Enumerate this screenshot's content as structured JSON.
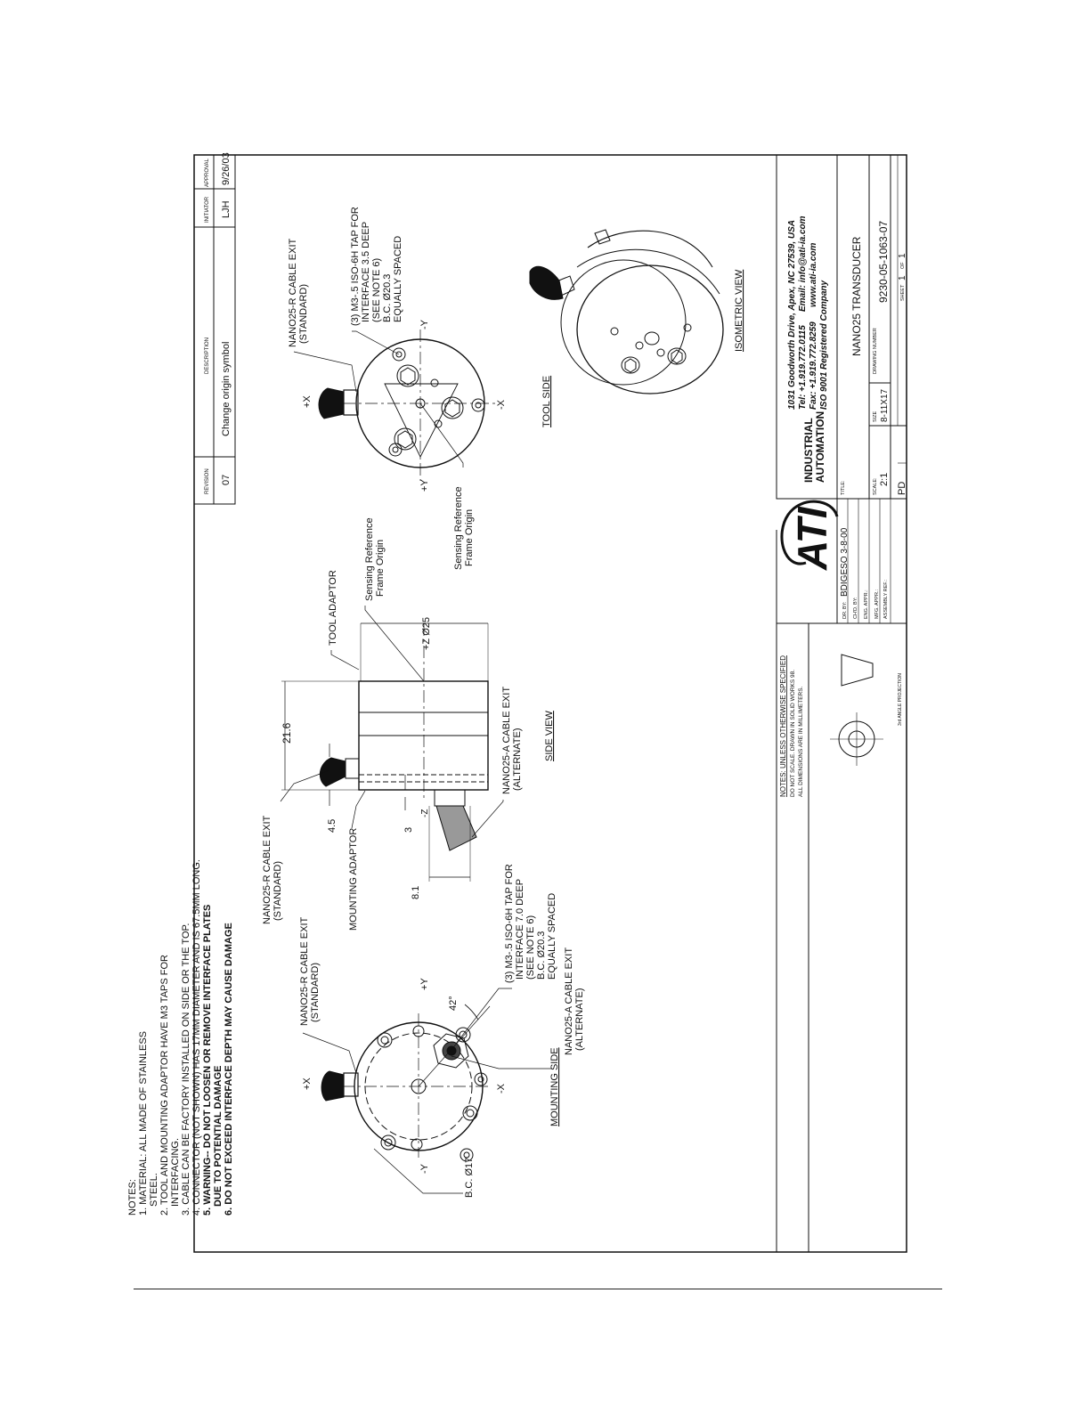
{
  "revision_block": {
    "headers": {
      "revision": "REVISION",
      "description": "DESCRIPTION",
      "initiator": "INITIATOR",
      "approval": "APPROVAL"
    },
    "row": {
      "revision": "07",
      "description": "Change origin symbol",
      "initiator": "LJH",
      "approval": "9/26/03"
    }
  },
  "notes": {
    "title": "NOTES:",
    "lines": [
      "1. MATERIAL: ALL MADE OF STAINLESS",
      "STEEL.",
      "2. TOOL AND MOUNTING ADAPTOR HAVE M3 TAPS FOR",
      "INTERFACING.",
      "3. CABLE CAN BE FACTORY INSTALLED ON SIDE OR THE TOP.",
      "4. CONNECTOR (NOT SHOWN) HAS 17MM DIAMETER AND IS 67.5MM LONG."
    ],
    "warnings": [
      "5. WARNING-- DO NOT LOOSEN OR REMOVE INTERFACE PLATES",
      "DUE TO POTENTIAL DAMAGE",
      "6. DO NOT EXCEED INTERFACE DEPTH MAY CAUSE DAMAGE"
    ]
  },
  "mounting_side": {
    "caption": "MOUNTING SIDE",
    "axis_px": "+X",
    "axis_nx": "-X",
    "axis_py": "+Y",
    "axis_ny": "-Y",
    "bc_label": "B.C. Ø17",
    "angle": "42°",
    "cable_r": [
      "NANO25-R CABLE EXIT",
      "(STANDARD)"
    ],
    "tap": [
      "(3) M3-.5 ISO-6H TAP FOR",
      "INTERFACE 7.0 DEEP",
      "(SEE NOTE 6)",
      "B.C. Ø20.3",
      "EQUALLY SPACED"
    ],
    "cable_a": [
      "NANO25-A CABLE EXIT",
      "(ALTERNATE)"
    ]
  },
  "side_view": {
    "caption": "SIDE VIEW",
    "dim_length": "21.6",
    "dim_diameter": "+Z  Ø25",
    "dim_45": "4.5",
    "dim_3": "3",
    "dim_81": "8.1",
    "minus_z": "-Z",
    "tool_adaptor": "TOOL ADAPTOR",
    "mounting_adaptor": "MOUNTING ADAPTOR",
    "cable_r": [
      "NANO25-R CABLE EXIT",
      "(STANDARD)"
    ],
    "cable_a": [
      "NANO25-A CABLE EXIT",
      "(ALTERNATE)"
    ],
    "origin": [
      "Sensing Reference",
      "Frame Origin"
    ]
  },
  "tool_side": {
    "caption": "TOOL SIDE",
    "axis_px": "+X",
    "axis_nx": "-X",
    "axis_py": "+Y",
    "axis_ny": "-Y",
    "cable_r": [
      "NANO25-R CABLE EXIT",
      "(STANDARD)"
    ],
    "tap": [
      "(3) M3-.5 ISO-6H TAP FOR",
      "INTERFACE 3.5 DEEP",
      "(SEE NOTE 6)",
      "B.C. Ø20.3",
      "EQUALLY SPACED"
    ],
    "origin": [
      "Sensing Reference",
      "Frame Origin"
    ]
  },
  "isometric": {
    "caption": "ISOMETRIC VIEW"
  },
  "general_notes": {
    "title": "NOTES:  UNLESS OTHERWISE SPECIFIED",
    "lines": [
      "DO NOT SCALE. DRAWN IN SOLID WORKS 98.",
      "ALL DIMENSIONS ARE IN MILLIMETERS."
    ],
    "projection": "3rd ANGLE PROJECTION"
  },
  "signoffs": {
    "labels": [
      "DR. BY:",
      "CH'D. BY:",
      "ENG. APPR.:",
      "MFG. APPR.:",
      "ASSEMBLY REF.:"
    ],
    "drawn_by": "BDIGESO 3-8-00"
  },
  "company": {
    "logo": "ATI",
    "name_line1": "INDUSTRIAL",
    "name_line2": "AUTOMATION",
    "address": "1031 Goodworth Drive, Apex, NC 27539, USA",
    "tel": "Tel: +1.919.772.0115",
    "email": "Email: info@ati-ia.com",
    "fax": "Fax: +1.919.772.8259",
    "web": "www.ati-ia.com",
    "iso": "ISO 9001 Registered Company"
  },
  "title_block": {
    "title_label": "TITLE:",
    "title": "NANO25 TRANSDUCER",
    "scale_label": "SCALE:",
    "scale": "2:1",
    "size_label": "SIZE",
    "size": "8-11X17",
    "drawing_number_label": "DRAWING NUMBER",
    "drawing_number": "9230-05-1063-07",
    "sheet_label": "SHEET",
    "sheet": "1",
    "of_label": "OF",
    "of": "1",
    "pd": "PD"
  }
}
